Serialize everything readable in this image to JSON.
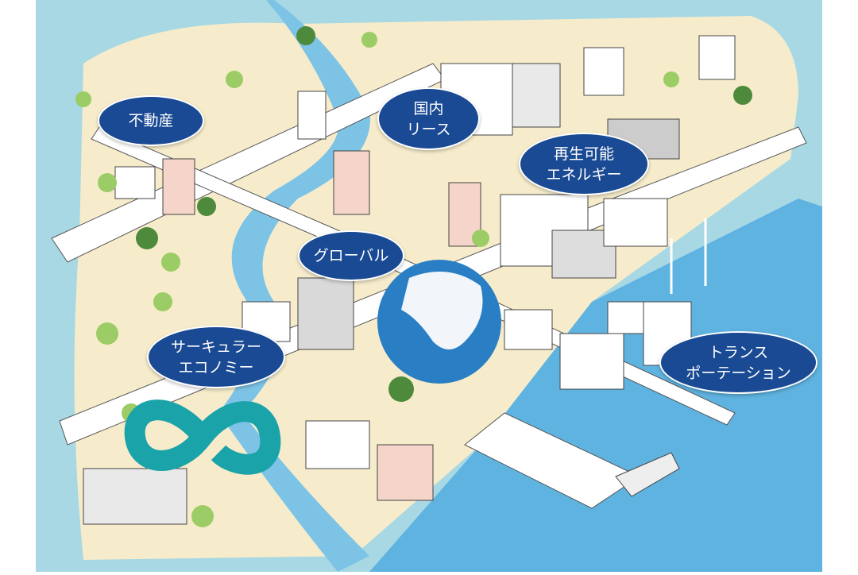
{
  "labels": {
    "real_estate": "不動産",
    "domestic_leasing": {
      "line1": "国内",
      "line2": "リース"
    },
    "renewable_energy": {
      "line1": "再生可能",
      "line2": "エネルギー"
    },
    "global": "グローバル",
    "circular_economy": {
      "line1": "サーキュラー",
      "line2": "エコノミー"
    },
    "transportation": {
      "line1": "トランス",
      "line2": "ポーテーション"
    }
  },
  "colors": {
    "water": "#a8d8e4",
    "sea": "#5fb3e0",
    "land": "#f6eccb",
    "label_bg": "#1a4a93",
    "tree": "#9ccc65",
    "tree_dark": "#4e8a3c",
    "infinity": "#1aa3a8",
    "globe": "#2a7fc4"
  }
}
